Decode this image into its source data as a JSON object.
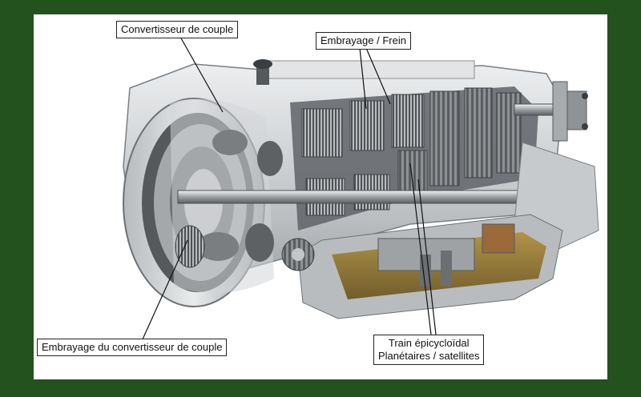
{
  "labels": {
    "torque_converter": "Convertisseur de couple",
    "clutch_brake": "Embrayage / Frein",
    "converter_clutch": "Embrayage du convertisseur de couple",
    "planetary_line1": "Train épicycloïdal",
    "planetary_line2": "Planétaires / satellites"
  },
  "colors": {
    "background": "#23521f",
    "panel": "#ffffff",
    "housing": "#d8dadc",
    "housing_dark": "#8e9396",
    "metal_mid": "#a9adb0",
    "metal_dark": "#4a4e52",
    "oil_pan": "#8a6d22",
    "bronze": "#9a6a3a"
  }
}
